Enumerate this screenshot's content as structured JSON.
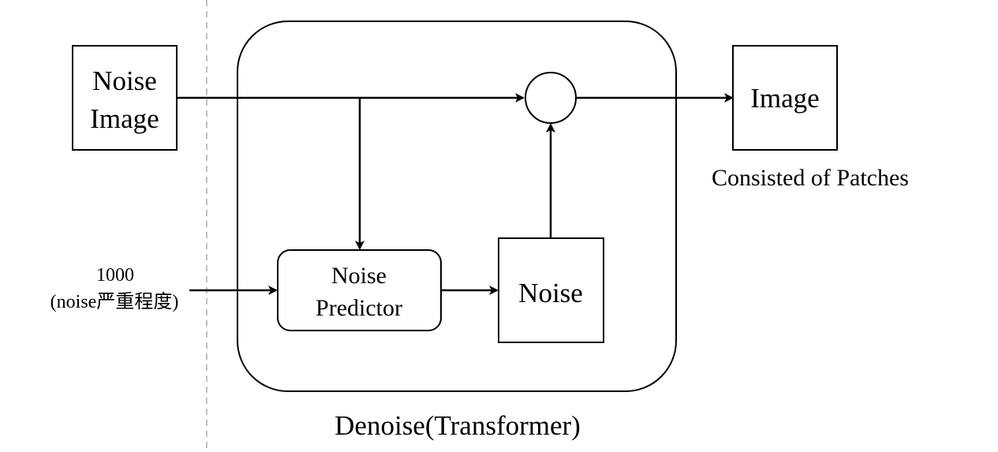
{
  "diagram": {
    "nodes": {
      "noise_image": {
        "line1": "Noise",
        "line2": "Image"
      },
      "noise_predictor": {
        "line1": "Noise",
        "line2": "Predictor"
      },
      "noise": {
        "label": "Noise"
      },
      "output_image": {
        "label": "Image"
      },
      "combine_op": {
        "label": ""
      }
    },
    "labels": {
      "timestep_value": "1000",
      "timestep_desc": "(noise严重程度)",
      "output_caption": "Consisted of Patches",
      "container_caption": "Denoise(Transformer)"
    },
    "colors": {
      "stroke": "#000000",
      "divider": "#c0c0c0",
      "background": "#ffffff"
    }
  }
}
